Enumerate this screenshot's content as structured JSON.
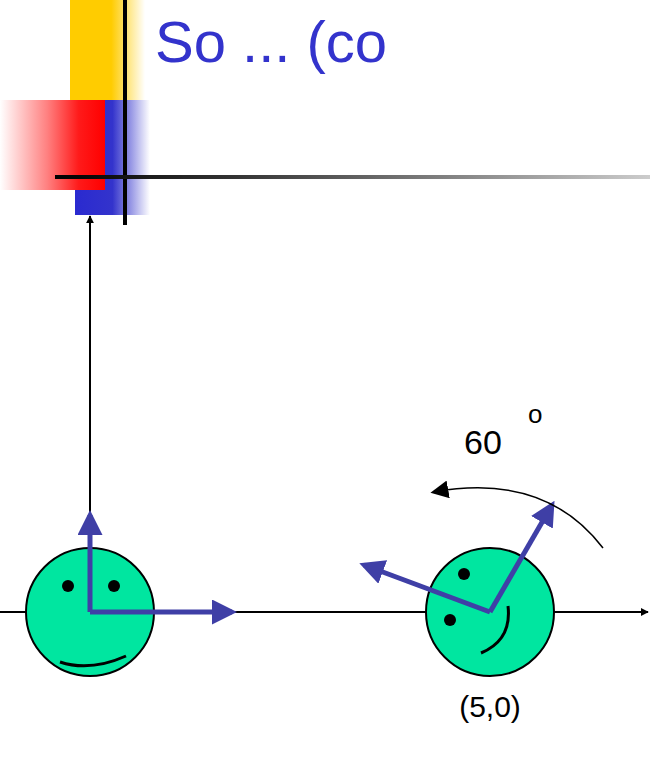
{
  "diagram": {
    "title": "So ... (co",
    "labels": [
      "60",
      "o",
      "(5,0)"
    ]
  }
}
